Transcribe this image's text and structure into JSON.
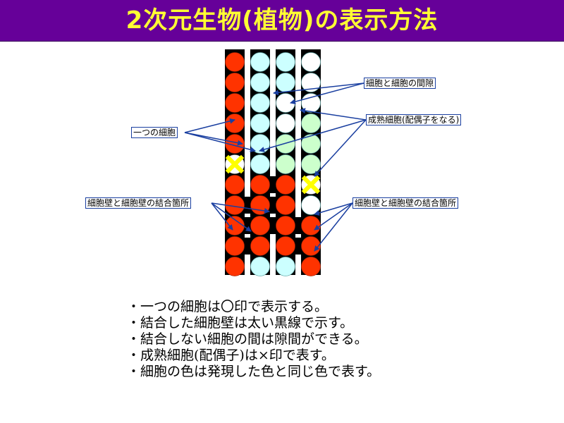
{
  "title": "2次元生物(植物)の表示方法",
  "colors": {
    "title_bg": "#660099",
    "title_text": "#ffff33",
    "cell_red": "#ff3300",
    "cell_cyan": "#ccffff",
    "cell_white": "#ffffff",
    "cell_green": "#ccffcc",
    "wall": "#000000",
    "gamete_mark": "#ffff00",
    "arrow": "#1a3fa0"
  },
  "legend_symbols": {
    "cell": "circle",
    "gamete": "x-mark"
  },
  "callouts": {
    "cell_gap": "細胞と細胞の間隙",
    "mature_cell": "成熟細胞(配偶子をなる)",
    "one_cell": "一つの細胞",
    "wall_join_left": "細胞壁と細胞壁の結合箇所",
    "wall_join_right": "細胞壁と細胞壁の結合箇所"
  },
  "bullets": [
    "一つの細胞は〇印で表示する。",
    "結合した細胞壁は太い黒線で示す。",
    "結合しない細胞の間は隙間ができる。",
    "成熟細胞(配偶子)は×印で表す。",
    "細胞の色は発現した色と同じ色で表す。"
  ]
}
